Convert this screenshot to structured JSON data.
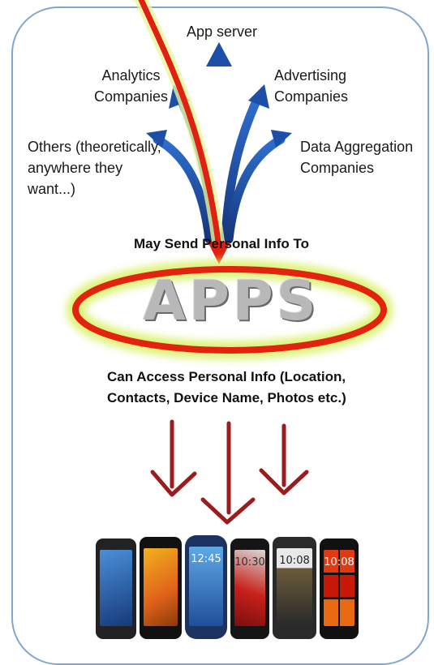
{
  "title_top": "App server",
  "labels": {
    "analytics": "Analytics\nCompanies",
    "advertising": "Advertising\nCompanies",
    "others": "Others (theoretically,\nanywhere they\nwant...)",
    "data_aggregation": "Data Aggregation\nCompanies"
  },
  "send_caption": "May Send Personal Info To",
  "apps_label": "APPS",
  "access_caption": "Can Access Personal Info (Location,\nContacts, Device Name, Photos etc.)",
  "phones": [
    {
      "clock": ""
    },
    {
      "clock": ""
    },
    {
      "clock": "12:45"
    },
    {
      "clock": "10:30"
    },
    {
      "clock": "10:08"
    },
    {
      "clock": "10:08"
    }
  ],
  "colors": {
    "blue_arrows": "#1e4fa8",
    "red_arrow": "#e02010",
    "dark_red_arrows": "#9b1c1c",
    "frame": "#7fa7cf",
    "glow": "#d9f26a"
  }
}
